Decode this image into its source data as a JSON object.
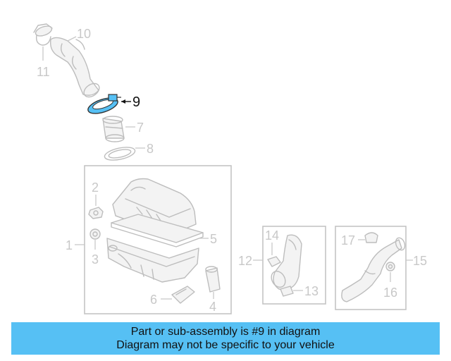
{
  "callouts": {
    "c1": "1",
    "c2": "2",
    "c3": "3",
    "c4": "4",
    "c5": "5",
    "c6": "6",
    "c7": "7",
    "c8": "8",
    "c9": "9",
    "c10": "10",
    "c11": "11",
    "c12": "12",
    "c13": "13",
    "c14": "14",
    "c15": "15",
    "c16": "16",
    "c17": "17"
  },
  "highlight": {
    "part_number": "9",
    "color": "#56c0f4"
  },
  "banner": {
    "line1": "Part or sub-assembly is #9 in diagram",
    "line2": "Diagram may not be specific to your vehicle",
    "background": "#56c0f4"
  }
}
